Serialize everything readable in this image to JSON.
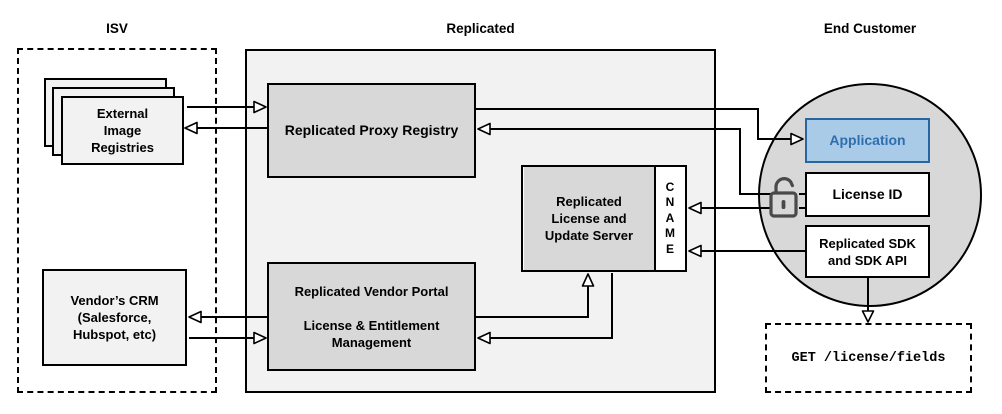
{
  "sections": {
    "isv": "ISV",
    "replicated": "Replicated",
    "end_customer": "End Customer"
  },
  "nodes": {
    "external_image_registries": "External\nImage\nRegistries",
    "replicated_proxy_registry": "Replicated Proxy Registry",
    "replicated_license_update_server": "Replicated\nLicense and\nUpdate Server",
    "cname": "CNAME",
    "replicated_vendor_portal": "Replicated Vendor Portal\n\nLicense & Entitlement\nManagement",
    "vendors_crm": "Vendor’s CRM\n(Salesforce,\nHubspot, etc)",
    "application": "Application",
    "license_id": "License ID",
    "replicated_sdk": "Replicated SDK\nand SDK API",
    "api_request": "GET /license/fields"
  },
  "icons": {
    "lock": "open-padlock-icon"
  },
  "colors": {
    "accent_blue_fill": "#a9cbe8",
    "accent_blue_border": "#2766a0",
    "accent_blue_text": "#2e6eae",
    "node_gray": "#d8d8d8",
    "panel_gray": "#f2f2f2",
    "line_black": "#000000",
    "lock_gray": "#4a4a4a"
  }
}
